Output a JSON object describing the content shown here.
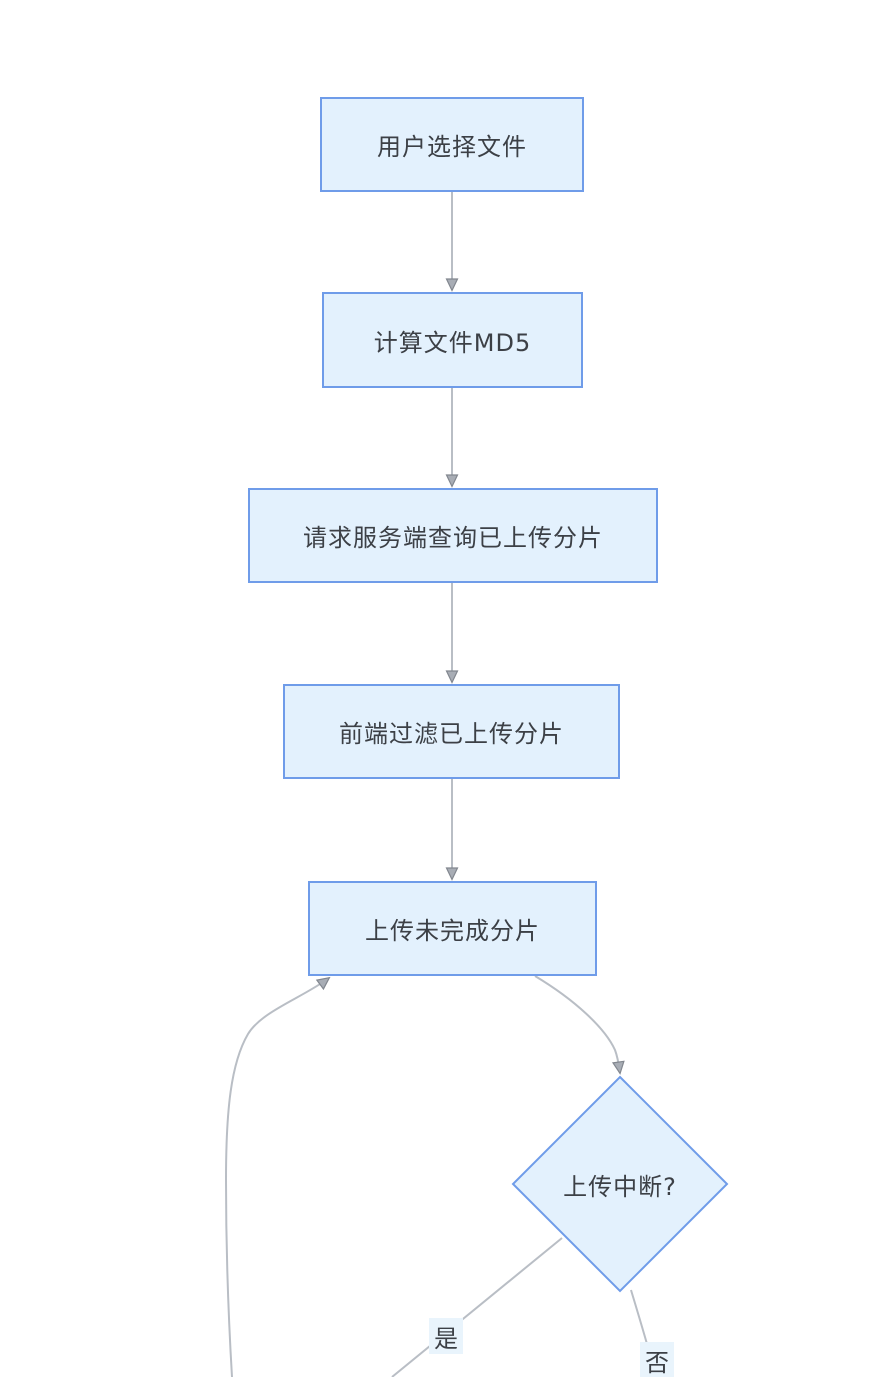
{
  "diagram": {
    "type": "flowchart",
    "nodes": [
      {
        "id": "select-file",
        "shape": "rect",
        "label": "用户选择文件"
      },
      {
        "id": "calc-md5",
        "shape": "rect",
        "label": "计算文件MD5"
      },
      {
        "id": "query-uploaded",
        "shape": "rect",
        "label": "请求服务端查询已上传分片"
      },
      {
        "id": "filter-uploaded",
        "shape": "rect",
        "label": "前端过滤已上传分片"
      },
      {
        "id": "upload-remaining",
        "shape": "rect",
        "label": "上传未完成分片"
      },
      {
        "id": "interrupted",
        "shape": "diamond",
        "label": "上传中断?"
      }
    ],
    "edges": [
      {
        "from": "select-file",
        "to": "calc-md5",
        "label": ""
      },
      {
        "from": "calc-md5",
        "to": "query-uploaded",
        "label": ""
      },
      {
        "from": "query-uploaded",
        "to": "filter-uploaded",
        "label": ""
      },
      {
        "from": "filter-uploaded",
        "to": "upload-remaining",
        "label": ""
      },
      {
        "from": "upload-remaining",
        "to": "interrupted",
        "label": ""
      },
      {
        "from": "interrupted",
        "to": "upload-remaining",
        "label": "是"
      },
      {
        "from": "interrupted",
        "to": "",
        "label": "否"
      }
    ],
    "edge_labels": {
      "yes": "是",
      "no": "否"
    },
    "colors": {
      "background": "#ffffff",
      "node_fill": "#e3f1fd",
      "node_border": "#6f9ce9",
      "edge_line": "#b9bec5",
      "arrowhead_fill": "#a8adb5",
      "arrowhead_stroke": "#82878f",
      "text": "#3c4046",
      "edge_label_bg": "#e9f4fc"
    }
  }
}
